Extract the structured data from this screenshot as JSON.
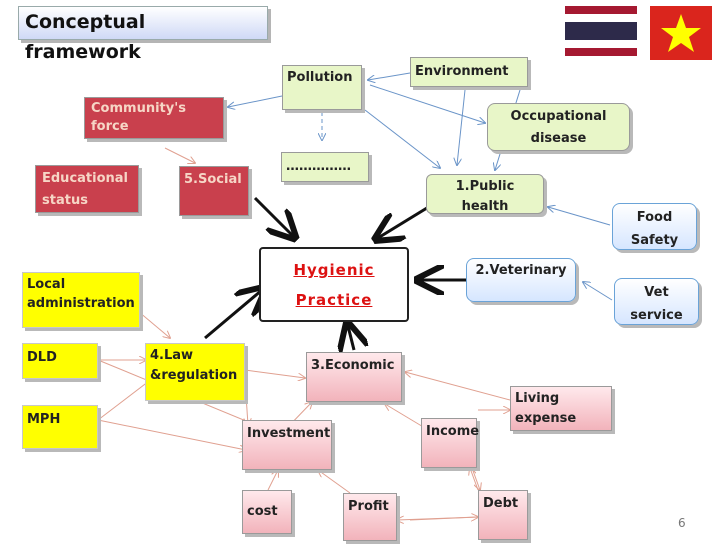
{
  "title": "Conceptual framework",
  "page_number": "6",
  "center": {
    "label_line1": "Hygienic ",
    "label_line2": "Practice"
  },
  "nodes": {
    "pollution": "Pollution",
    "environment": "Environment",
    "communitys_force": "Community's force",
    "occupational_disease": "Occupational disease",
    "ellipsis": "……………",
    "educational_status": "Educational status",
    "social": "5.Social",
    "public_health": "1.Public health",
    "food_safety": "Food Safety",
    "local_administration": "Local administration",
    "veterinary": "2.Veterinary",
    "vet_service": "Vet service",
    "dld": "DLD",
    "law_regulation": "4.Law &regulation",
    "economic": "3.Economic",
    "mph": "MPH",
    "living_expense": "Living expense",
    "investment": "Investment",
    "income": "Income",
    "cost": "cost",
    "profit": "Profit",
    "debt": "Debt"
  },
  "colors": {
    "red_box": "#c9404d",
    "green_box": "#e8f6c8",
    "yellow_box": "#ffff00",
    "hygienic_text": "#dd1111",
    "thai_flag": [
      "#a51931",
      "#ffffff",
      "#2d2a4a"
    ],
    "vietnam_flag": [
      "#da251d",
      "#ffff00"
    ]
  },
  "flags": [
    "thailand-flag",
    "vietnam-flag"
  ]
}
